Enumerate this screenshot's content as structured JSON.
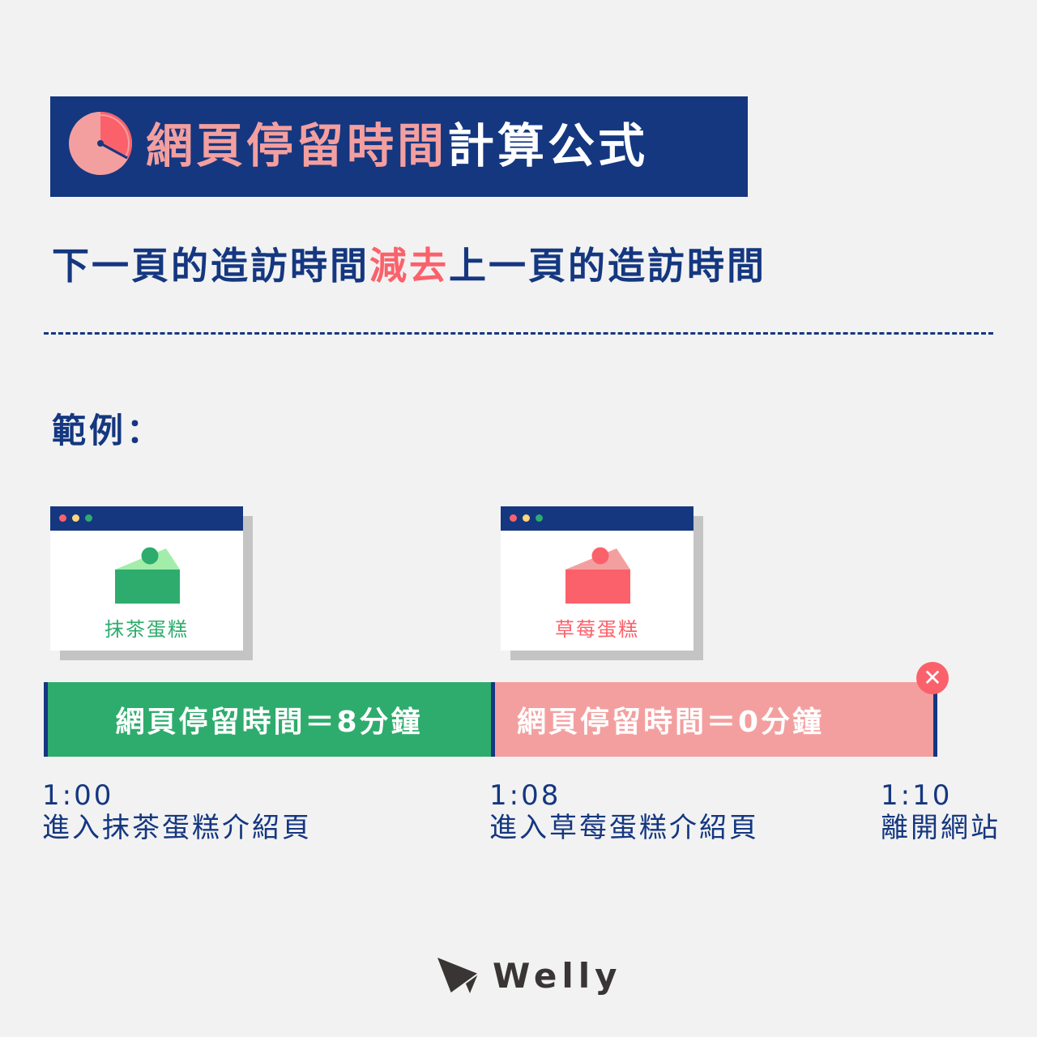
{
  "header": {
    "title_highlight": "網頁停留時間",
    "title_rest": "計算公式",
    "colors": {
      "banner": "#143780",
      "highlight": "#f49f9f",
      "rest": "#ffffff"
    }
  },
  "formula": {
    "part1": "下一頁的造訪時間",
    "operator": "減去",
    "part2": "上一頁的造訪時間"
  },
  "example_label": "範例：",
  "pages": [
    {
      "name": "抹茶蛋糕",
      "color": "#2eac6d",
      "top_color": "#a3edab"
    },
    {
      "name": "草莓蛋糕",
      "color": "#fb616b",
      "top_color": "#f49f9f"
    }
  ],
  "timeline": {
    "segments": [
      {
        "label": "網頁停留時間＝8分鐘",
        "color": "#2eac6d"
      },
      {
        "label": "網頁停留時間＝0分鐘",
        "color": "#f49f9f"
      }
    ],
    "markers": [
      {
        "time": "1:00",
        "event": "進入抹茶蛋糕介紹頁"
      },
      {
        "time": "1:08",
        "event": "進入草莓蛋糕介紹頁"
      },
      {
        "time": "1:10",
        "event": "離開網站"
      }
    ],
    "exit_icon": "✕"
  },
  "brand": {
    "name": "Welly"
  }
}
